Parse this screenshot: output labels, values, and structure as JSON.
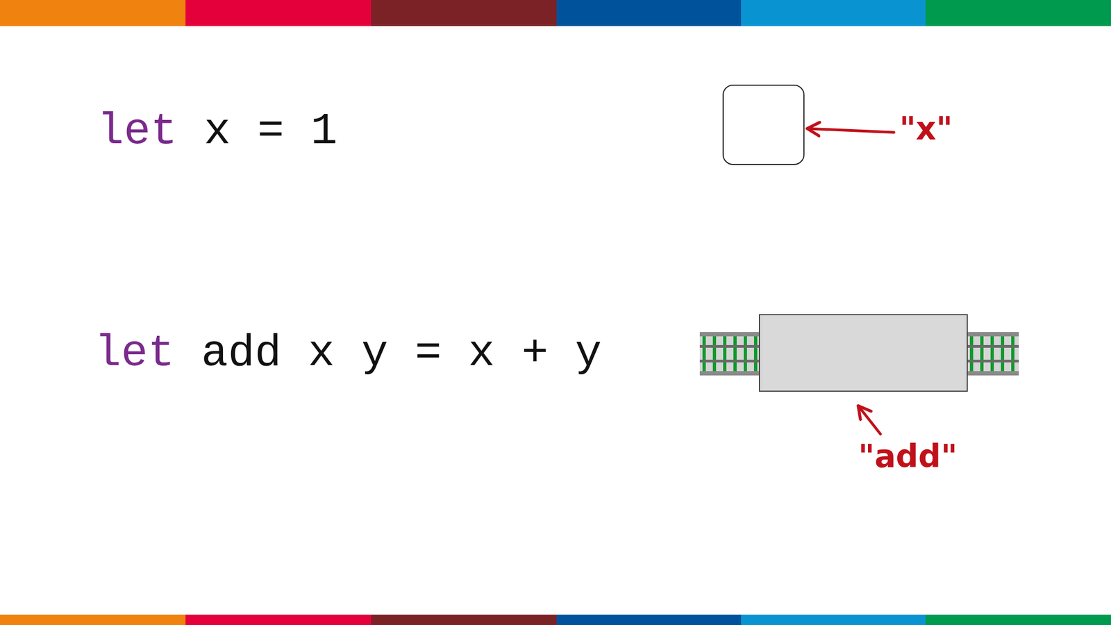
{
  "diagram": {
    "labels": [
      "let",
      "x = 1",
      "let",
      "add x y = x + y",
      "\"x\"",
      "\"add\""
    ]
  }
}
